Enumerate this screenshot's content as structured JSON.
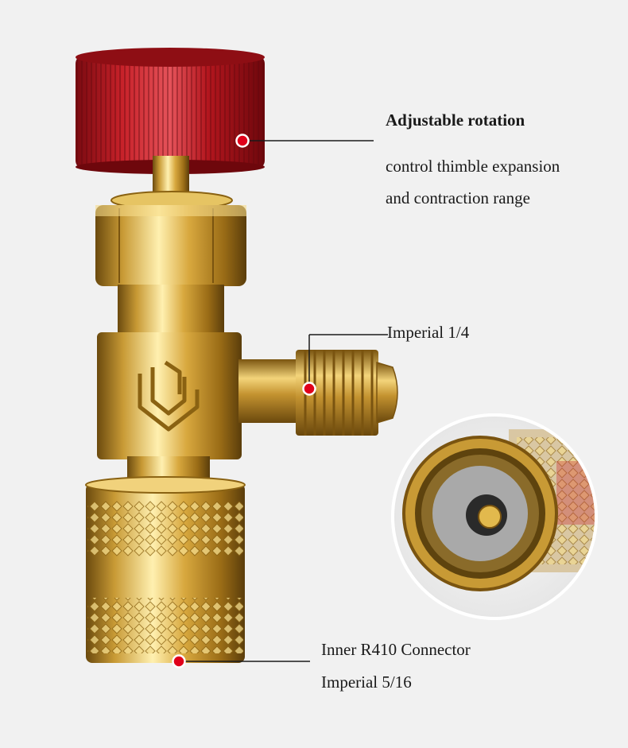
{
  "callouts": {
    "rotation": {
      "title": "Adjustable rotation",
      "line1": "control thimble expansion",
      "line2": "and contraction range"
    },
    "side_port": {
      "label": "Imperial 1/4"
    },
    "bottom_port": {
      "line1": "Inner R410 Connector",
      "line2": "Imperial 5/16"
    }
  },
  "colors": {
    "background": "#f1f1f1",
    "knob_red": "#b8141c",
    "brass": "#c99a2e",
    "marker_dot": "#e0001b",
    "leader_line": "#1a1a1a"
  },
  "icons": {
    "logo": "brand-logo-emboss"
  }
}
